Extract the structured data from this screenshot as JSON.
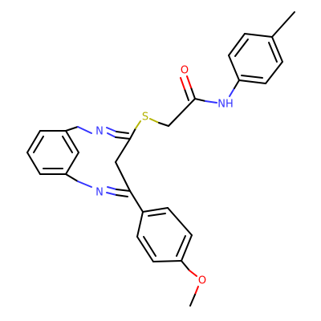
{
  "molecule": {
    "atom_labels": {
      "o_carbonyl": "O",
      "nh_amide": "NH",
      "s_thioether": "S",
      "n_upper": "N",
      "n_lower": "N",
      "o_methoxy": "O"
    },
    "colors": {
      "bond": "#000000",
      "nitrogen": "#3333ff",
      "oxygen": "#ff0000",
      "sulfur": "#b3b300",
      "background": "#ffffff"
    }
  }
}
